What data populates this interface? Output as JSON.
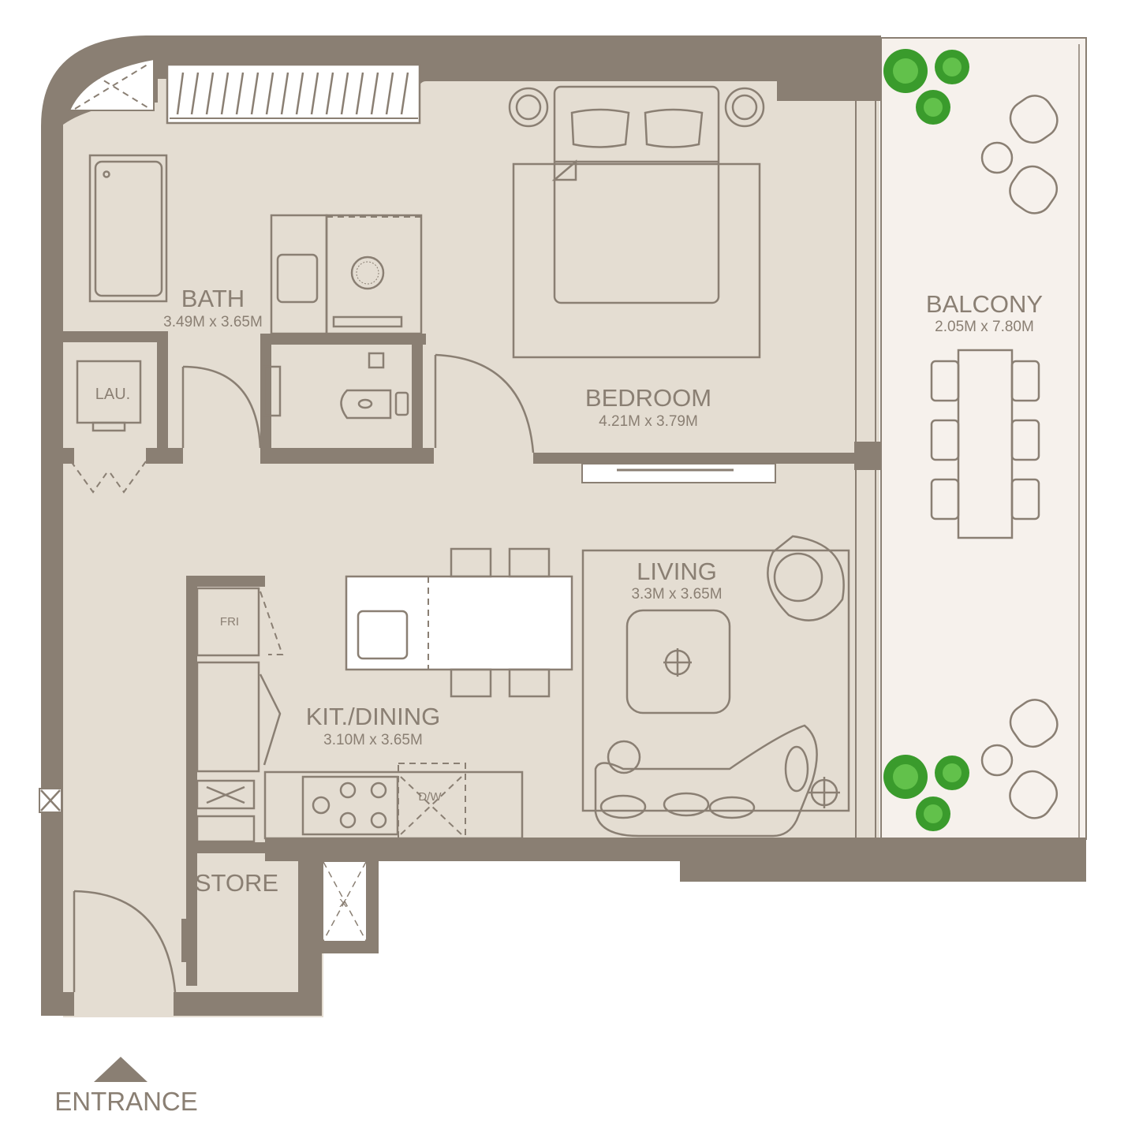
{
  "rooms": {
    "bath": {
      "name": "BATH",
      "dims": "3.49M x 3.65M"
    },
    "bedroom": {
      "name": "BEDROOM",
      "dims": "4.21M x 3.79M"
    },
    "balcony": {
      "name": "BALCONY",
      "dims": "2.05M x 7.80M"
    },
    "living": {
      "name": "LIVING",
      "dims": "3.3M x 3.65M"
    },
    "kitchen": {
      "name": "KIT./DINING",
      "dims": "3.10M x 3.65M"
    },
    "store": {
      "name": "STORE"
    },
    "laundry": {
      "name": "LAU."
    }
  },
  "fixtures": {
    "fridge": "FRI",
    "dishwasher": "D/W"
  },
  "entrance": {
    "label": "ENTRANCE"
  },
  "colors": {
    "wall": "#8a7f73",
    "floor": "#e4ddd2",
    "balcony_floor": "#f6f1ec",
    "plant": "#3a9b2c"
  }
}
